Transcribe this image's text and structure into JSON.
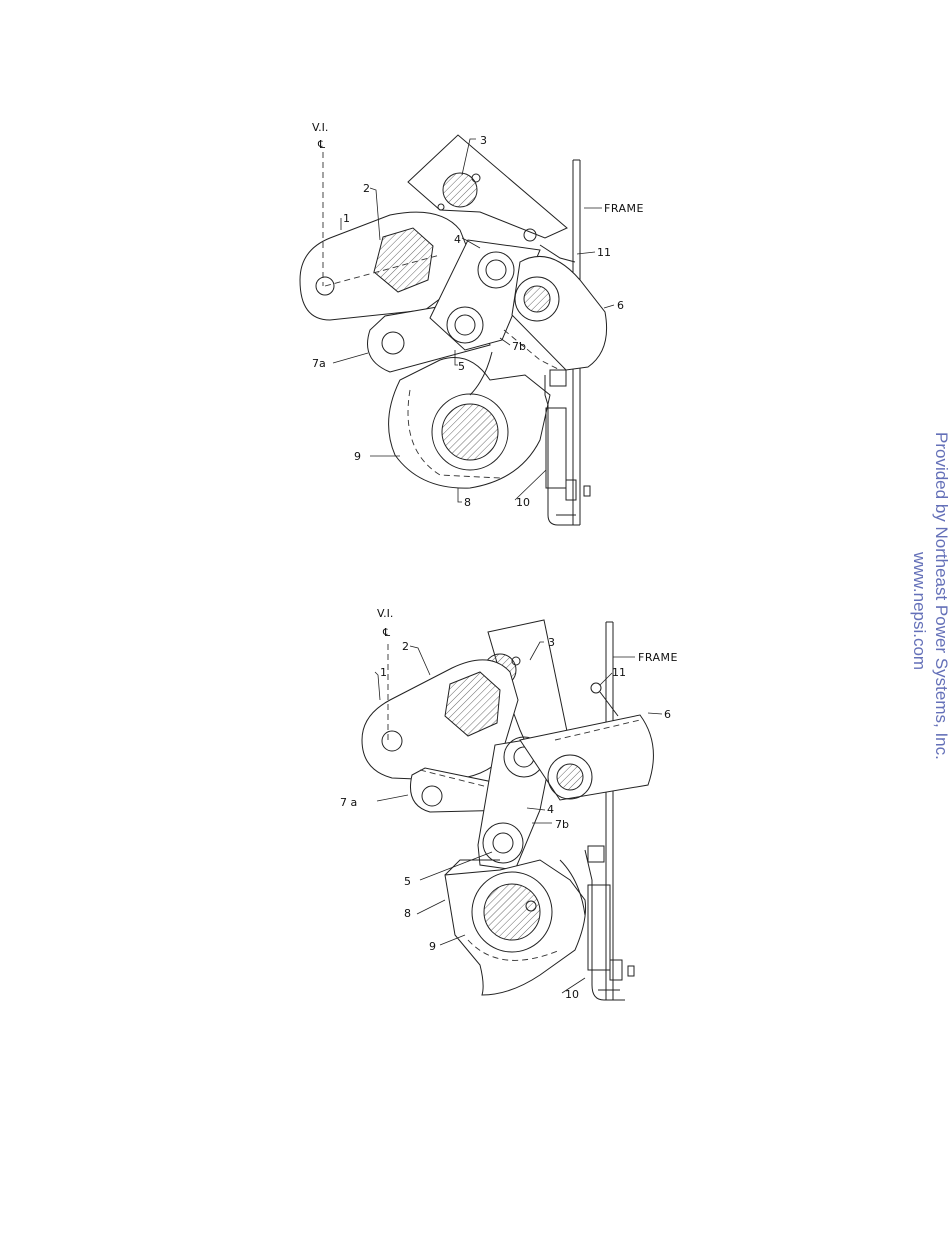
{
  "top_view": {
    "vi_label": "V.I.",
    "cl_symbol": "℄",
    "frame_label": "FRAME",
    "callouts": {
      "c1": "1",
      "c2": "2",
      "c3": "3",
      "c4": "4",
      "c5": "5",
      "c6": "6",
      "c7a": "7a",
      "c7b": "7b",
      "c8": "8",
      "c9": "9",
      "c10": "10",
      "c11": "11"
    }
  },
  "bottom_view": {
    "vi_label": "V.I.",
    "cl_symbol": "℄",
    "frame_label": "FRAME",
    "callouts": {
      "c1": "1",
      "c2": "2",
      "c3": "3",
      "c4": "4",
      "c5": "5",
      "c6": "6",
      "c7a": "7 a",
      "c7b": "7b",
      "c8": "8",
      "c9": "9",
      "c10": "10",
      "c11": "11"
    }
  },
  "watermark": {
    "line1": "Provided by Northeast Power Systems, Inc.",
    "line2": "www.nepsi.com"
  },
  "colors": {
    "watermark": "#6470b8",
    "line": "#222222"
  }
}
